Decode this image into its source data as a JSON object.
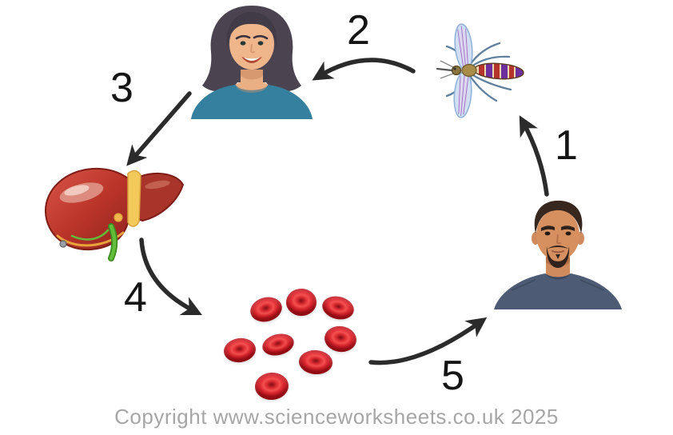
{
  "diagram": {
    "kind": "cycle-diagram",
    "steps": [
      {
        "number": "1",
        "from": "man",
        "to": "mosquito"
      },
      {
        "number": "2",
        "from": "mosquito",
        "to": "woman"
      },
      {
        "number": "3",
        "from": "woman",
        "to": "liver"
      },
      {
        "number": "4",
        "from": "liver",
        "to": "red-blood-cells"
      },
      {
        "number": "5",
        "from": "red-blood-cells",
        "to": "man"
      }
    ],
    "nodes": [
      {
        "id": "woman",
        "icon": "woman-icon"
      },
      {
        "id": "mosquito",
        "icon": "mosquito-icon"
      },
      {
        "id": "man",
        "icon": "man-icon"
      },
      {
        "id": "liver",
        "icon": "liver-icon"
      },
      {
        "id": "red-blood-cells",
        "icon": "red-blood-cells-icon",
        "cell_count": 8
      }
    ]
  },
  "footer": {
    "copyright": "Copyright www.scienceworksheets.co.uk 2025"
  },
  "colors": {
    "background": "#ffffff",
    "arrow": "#2b2b2b",
    "number_text": "#151515",
    "copyright_text": "#a6a6a6",
    "blood_cell_red": "#e02828",
    "liver_red": "#b5362c",
    "liver_ligament_yellow": "#f4c95b",
    "bile_duct_green": "#62bd38",
    "woman_top_teal": "#35809f",
    "man_shirt_slate": "#4d5b74",
    "mosquito_wing_blue": "#cfe0f2",
    "mosquito_stripe_purple": "#6d2f9e"
  }
}
